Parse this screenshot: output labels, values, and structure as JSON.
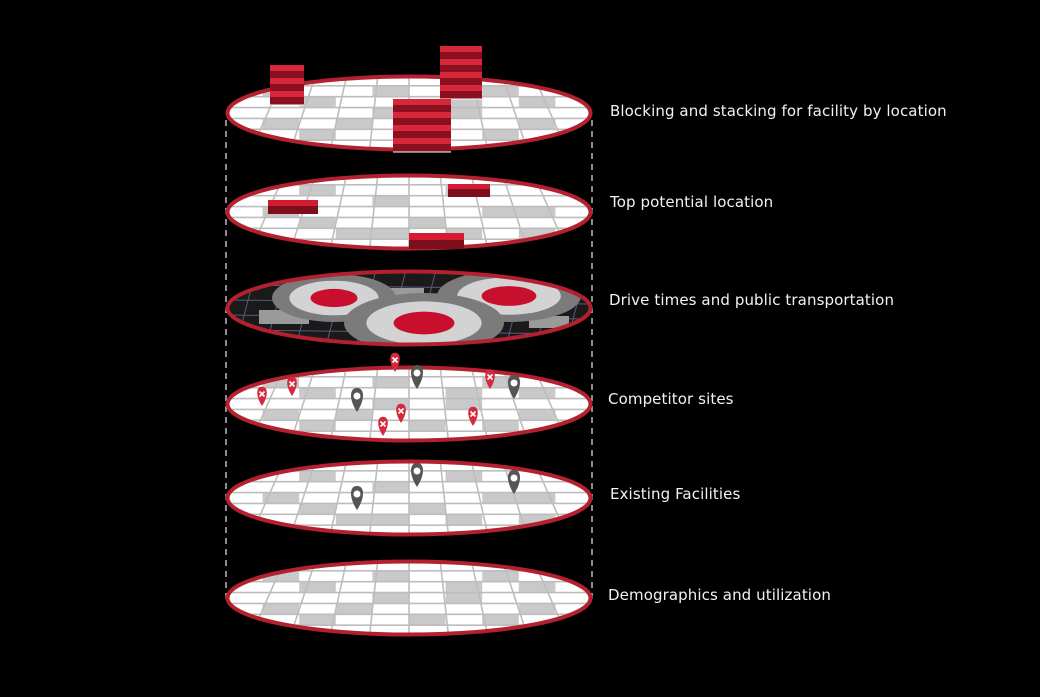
{
  "layers": [
    {
      "id": "blocking",
      "label": "Blocking and stacking for facility by location"
    },
    {
      "id": "top-location",
      "label": "Top potential location"
    },
    {
      "id": "drive-times",
      "label": "Drive times and public transportation"
    },
    {
      "id": "competitors",
      "label": "Competitor sites"
    },
    {
      "id": "existing",
      "label": "Existing Facilities"
    },
    {
      "id": "demographics",
      "label": "Demographics and utilization"
    }
  ],
  "colors": {
    "background": "#000000",
    "accent_red": "#c8102e",
    "ring_red": "#b3202e",
    "grid_gray": "#bdbdbd",
    "light_cell": "#f4f4f4",
    "pin_gray": "#555555"
  }
}
